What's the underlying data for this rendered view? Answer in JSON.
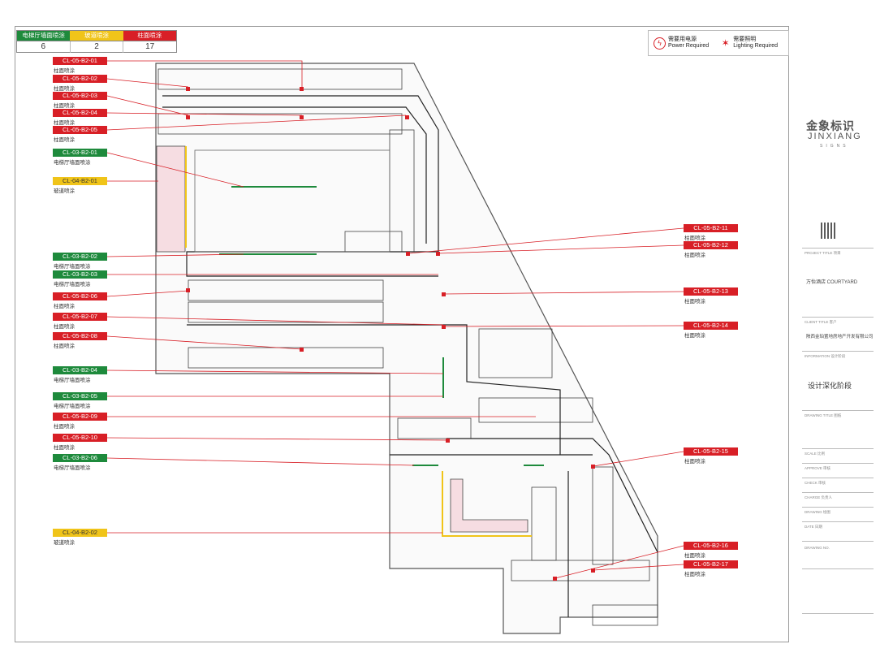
{
  "legend": {
    "headers": [
      "电梯厅墙面喷涂",
      "玻道喷涂",
      "柱面喷涂"
    ],
    "counts": [
      "6",
      "2",
      "17"
    ],
    "colors": [
      "#1e8a3c",
      "#f0c419",
      "#d81f26"
    ]
  },
  "requirements": {
    "power_cn": "需要用电源",
    "power_en": "Power Required",
    "light_cn": "需要照明",
    "light_en": "Lighting Required"
  },
  "tags_left": [
    {
      "code": "CL-05-B2-01",
      "desc": "柱面喷涂",
      "color": "red"
    },
    {
      "code": "CL-05-B2-02",
      "desc": "柱面喷涂",
      "color": "red"
    },
    {
      "code": "CL-05-B2-03",
      "desc": "柱面喷涂",
      "color": "red"
    },
    {
      "code": "CL-05-B2-04",
      "desc": "柱面喷涂",
      "color": "red"
    },
    {
      "code": "CL-05-B2-05",
      "desc": "柱面喷涂",
      "color": "red"
    },
    {
      "code": "CL-03-B2-01",
      "desc": "电梯厅墙面喷涂",
      "color": "green"
    },
    {
      "code": "CL-04-B2-01",
      "desc": "玻道喷涂",
      "color": "yellow"
    },
    {
      "code": "CL-03-B2-02",
      "desc": "电梯厅墙面喷涂",
      "color": "green"
    },
    {
      "code": "CL-03-B2-03",
      "desc": "电梯厅墙面喷涂",
      "color": "green"
    },
    {
      "code": "CL-05-B2-06",
      "desc": "柱面喷涂",
      "color": "red"
    },
    {
      "code": "CL-05-B2-07",
      "desc": "柱面喷涂",
      "color": "red"
    },
    {
      "code": "CL-05-B2-08",
      "desc": "柱面喷涂",
      "color": "red"
    },
    {
      "code": "CL-03-B2-04",
      "desc": "电梯厅墙面喷涂",
      "color": "green"
    },
    {
      "code": "CL-03-B2-05",
      "desc": "电梯厅墙面喷涂",
      "color": "green"
    },
    {
      "code": "CL-05-B2-09",
      "desc": "柱面喷涂",
      "color": "red"
    },
    {
      "code": "CL-05-B2-10",
      "desc": "柱面喷涂",
      "color": "red"
    },
    {
      "code": "CL-03-B2-06",
      "desc": "电梯厅墙面喷涂",
      "color": "green"
    },
    {
      "code": "CL-04-B2-02",
      "desc": "玻道喷涂",
      "color": "yellow"
    }
  ],
  "tags_right": [
    {
      "code": "CL-05-B2-11",
      "desc": "柱面喷涂",
      "color": "red"
    },
    {
      "code": "CL-05-B2-12",
      "desc": "柱面喷涂",
      "color": "red"
    },
    {
      "code": "CL-05-B2-13",
      "desc": "柱面喷涂",
      "color": "red"
    },
    {
      "code": "CL-05-B2-14",
      "desc": "柱面喷涂",
      "color": "red"
    },
    {
      "code": "CL-05-B2-15",
      "desc": "柱面喷涂",
      "color": "red"
    },
    {
      "code": "CL-05-B2-16",
      "desc": "柱面喷涂",
      "color": "red"
    },
    {
      "code": "CL-05-B2-17",
      "desc": "柱面喷涂",
      "color": "red"
    }
  ],
  "title_block": {
    "logo_cn": "金象标识",
    "logo_en": "JINXIANG",
    "logo_signs": "SIGNS",
    "project": "万怡酒店 COURTYARD",
    "client": "陕西金珀置地房地产开发有限公司",
    "stage": "设计深化阶段",
    "project_title_label": "PROJECT TITLE 项目",
    "client_label": "CLIENT TITLE 客户",
    "info_label": "INFORMATION 设计阶段",
    "drawing_label": "DRAWING TITLE 图纸",
    "scale_label": "SCALE 比例",
    "approve_label": "APPROVE 审核",
    "check_label": "CHECK 审核",
    "charge_label": "CHARGE 负责人",
    "drawing_no_label": "DRAWING 绘图",
    "date_label": "DATE 日期",
    "drawing_number_label": "DRAWING NO."
  }
}
